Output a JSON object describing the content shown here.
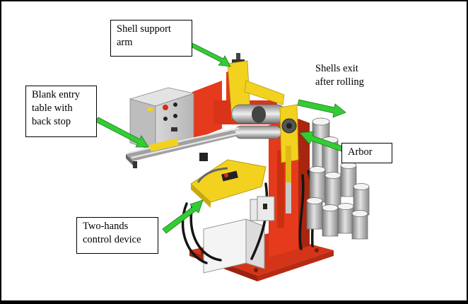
{
  "labels": {
    "shell_support_arm": "Shell support\narm",
    "shells_exit": "Shells exit\nafter rolling",
    "blank_entry_table": "Blank entry\ntable with\nback stop",
    "arbor": "Arbor",
    "two_hands_control": "Two-hands\ncontrol device"
  },
  "colors": {
    "arrow": "#33cc33",
    "frame_red": "#e53a1c",
    "guard_yellow": "#f2d21e",
    "cabinet_grey": "#c9c9c9",
    "tube_grey": "#a7a7a7"
  }
}
